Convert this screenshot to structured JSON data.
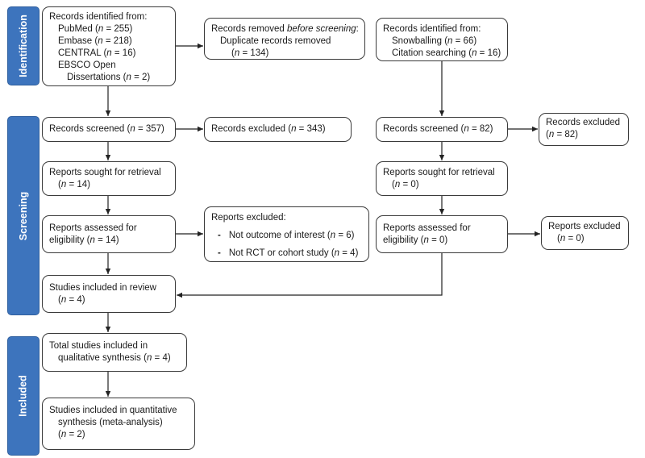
{
  "stages": {
    "identification": "Identification",
    "screening": "Screening",
    "included": "Included"
  },
  "boxes": {
    "records_identified_db": {
      "line1": "Records identified from:",
      "pubmed_name": "PubMed (",
      "pubmed_n": "n",
      "pubmed_val": " = 255)",
      "embase_name": "Embase (",
      "embase_n": "n",
      "embase_val": " = 218)",
      "central_name": "CENTRAL (",
      "central_n": "n",
      "central_val": " = 16)",
      "ebsco_line1": "EBSCO Open",
      "ebsco_name": "Dissertations (",
      "ebsco_n": "n",
      "ebsco_val": " = 2)"
    },
    "records_removed": {
      "line1_prefix": "Records removed ",
      "line1_em": "before screening",
      "line1_suffix": ":",
      "line2": "Duplicate records removed",
      "line3_prefix": "(",
      "line3_n": "n",
      "line3_val": " = 134)"
    },
    "records_identified_other": {
      "line1": "Records identified from:",
      "snow_name": "Snowballing (",
      "snow_n": "n",
      "snow_val": " = 66)",
      "cite_name": "Citation searching (",
      "cite_n": "n",
      "cite_val": " = 16)"
    },
    "screened_left": {
      "prefix": "Records screened (",
      "n": "n",
      "val": " = 357)"
    },
    "excluded_left": {
      "prefix": "Records excluded (",
      "n": "n",
      "val": " = 343)"
    },
    "screened_right": {
      "prefix": "Records screened (",
      "n": "n",
      "val": " = 82)"
    },
    "excluded_right": {
      "line1": "Records excluded",
      "prefix": "(",
      "n": "n",
      "val": " = 82)"
    },
    "sought_left": {
      "line1": "Reports sought for retrieval",
      "prefix": "(",
      "n": "n",
      "val": " = 14)"
    },
    "sought_right": {
      "line1": "Reports sought for retrieval",
      "prefix": "(",
      "n": "n",
      "val": " = 0)"
    },
    "assessed_left": {
      "line1": "Reports assessed for",
      "prefix": "eligibility (",
      "n": "n",
      "val": " = 14)"
    },
    "assessed_right": {
      "line1": "Reports assessed for",
      "prefix": "eligibility (",
      "n": "n",
      "val": " = 0)"
    },
    "reports_excluded_left": {
      "line1": "Reports excluded:",
      "item1_prefix": "Not outcome of interest (",
      "item1_n": "n",
      "item1_val": " = 6)",
      "item2_prefix": "Not RCT or cohort study (",
      "item2_n": "n",
      "item2_val": " = 4)"
    },
    "reports_excluded_right": {
      "line1": "Reports excluded",
      "prefix": "(",
      "n": "n",
      "val": " = 0)"
    },
    "included_review": {
      "line1": "Studies included in review",
      "prefix": "(",
      "n": "n",
      "val": " = 4)"
    },
    "qualitative": {
      "line1": "Total studies included in",
      "prefix": "qualitative synthesis  (",
      "n": "n",
      "val": " = 4)"
    },
    "quantitative": {
      "line1": "Studies included in quantitative",
      "line2": "synthesis (meta-analysis)",
      "prefix": "(",
      "n": "n",
      "val": " = 2)"
    }
  }
}
